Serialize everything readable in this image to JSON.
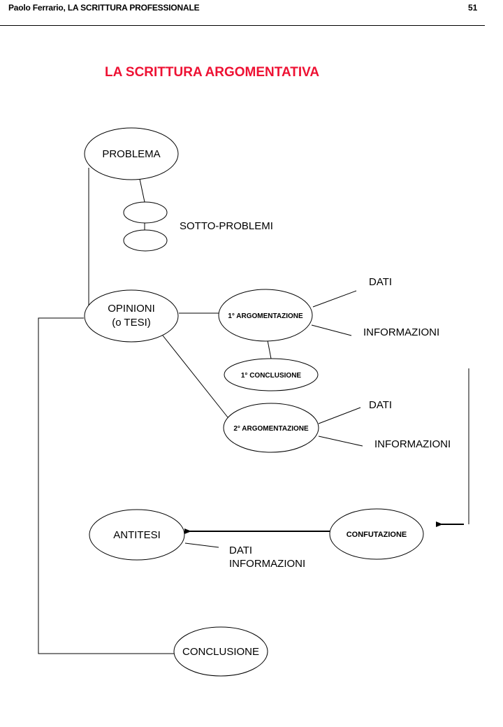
{
  "header": {
    "running_title": "Paolo Ferrario, LA SCRITTURA PROFESSIONALE",
    "page_number": "51"
  },
  "title": "LA SCRITTURA ARGOMENTATIVA",
  "title_color": "#ee1133",
  "nodes": {
    "problema": "PROBLEMA",
    "sotto_problema_1": "",
    "sotto_problema_2": "",
    "opinioni_line1": "OPINIONI",
    "opinioni_line2": "(o TESI)",
    "argomentazione_1": "1° ARGOMENTAZIONE",
    "conclusione_1": "1° CONCLUSIONE",
    "argomentazione_2": "2° ARGOMENTAZIONE",
    "antitesi": "ANTITESI",
    "confutazione": "CONFUTAZIONE",
    "conclusione": "CONCLUSIONE"
  },
  "labels": {
    "sotto_problemi": "SOTTO-PROBLEMI",
    "arg1_dati": "DATI",
    "arg1_informazioni": "INFORMAZIONI",
    "arg2_dati": "DATI",
    "arg2_informazioni": "INFORMAZIONI",
    "antitesi_dati": "DATI",
    "antitesi_informazioni": "INFORMAZIONI"
  }
}
